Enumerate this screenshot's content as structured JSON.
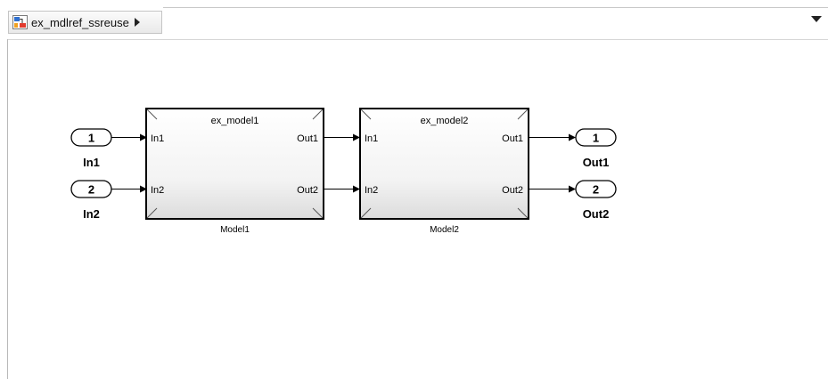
{
  "breadcrumb": {
    "model_name": "ex_mdlref_ssreuse"
  },
  "inports": [
    {
      "number": "1",
      "label": "In1"
    },
    {
      "number": "2",
      "label": "In2"
    }
  ],
  "outports": [
    {
      "number": "1",
      "label": "Out1"
    },
    {
      "number": "2",
      "label": "Out2"
    }
  ],
  "model_blocks": [
    {
      "referenced_model": "ex_model1",
      "block_name": "Model1",
      "input_ports": [
        "In1",
        "In2"
      ],
      "output_ports": [
        "Out1",
        "Out2"
      ]
    },
    {
      "referenced_model": "ex_model2",
      "block_name": "Model2",
      "input_ports": [
        "In1",
        "In2"
      ],
      "output_ports": [
        "Out1",
        "Out2"
      ]
    }
  ]
}
